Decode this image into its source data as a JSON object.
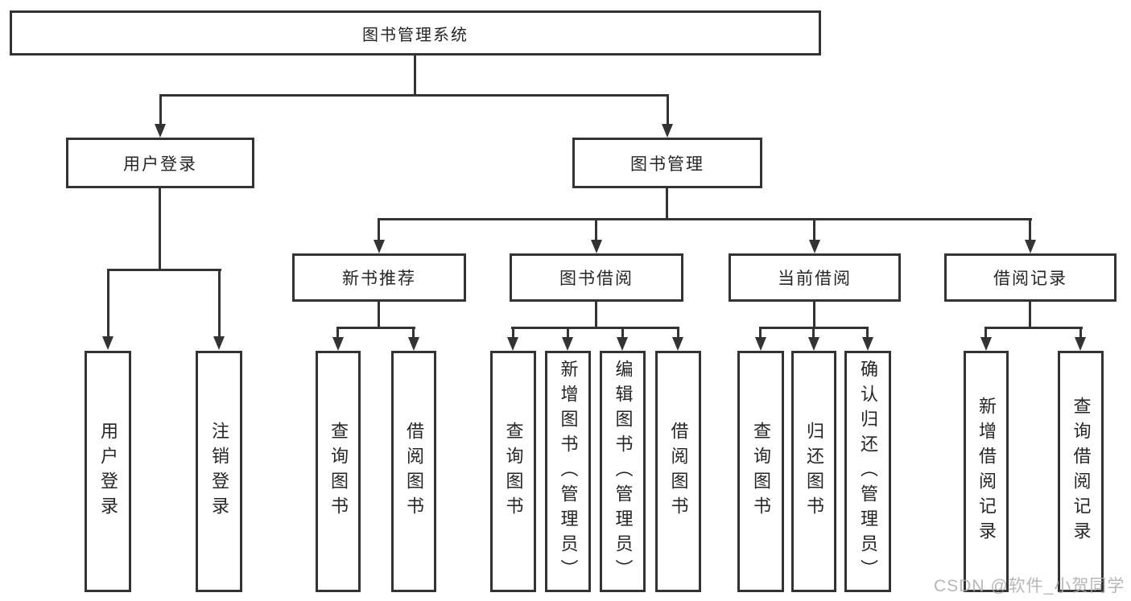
{
  "diagram": {
    "title": "图书管理系统",
    "type": "hierarchy-tree",
    "colors": {
      "line": "#333333",
      "text": "#262626",
      "background": "#ffffff",
      "watermark": "#ababab"
    },
    "watermark": "CSDN @软件_小贺同学",
    "root": {
      "label": "图书管理系统",
      "children": [
        {
          "label": "用户登录",
          "children": [
            {
              "label": "用户登录"
            },
            {
              "label": "注销登录"
            }
          ]
        },
        {
          "label": "图书管理",
          "children": [
            {
              "label": "新书推荐",
              "children": [
                {
                  "label": "查询图书"
                },
                {
                  "label": "借阅图书"
                }
              ]
            },
            {
              "label": "图书借阅",
              "children": [
                {
                  "label": "查询图书"
                },
                {
                  "label": "新增图书（管理员）"
                },
                {
                  "label": "编辑图书（管理员）"
                },
                {
                  "label": "借阅图书"
                }
              ]
            },
            {
              "label": "当前借阅",
              "children": [
                {
                  "label": "查询图书"
                },
                {
                  "label": "归还图书"
                },
                {
                  "label": "确认归还（管理员）"
                }
              ]
            },
            {
              "label": "借阅记录",
              "children": [
                {
                  "label": "新增借阅记录"
                },
                {
                  "label": "查询借阅记录"
                }
              ]
            }
          ]
        }
      ]
    }
  }
}
